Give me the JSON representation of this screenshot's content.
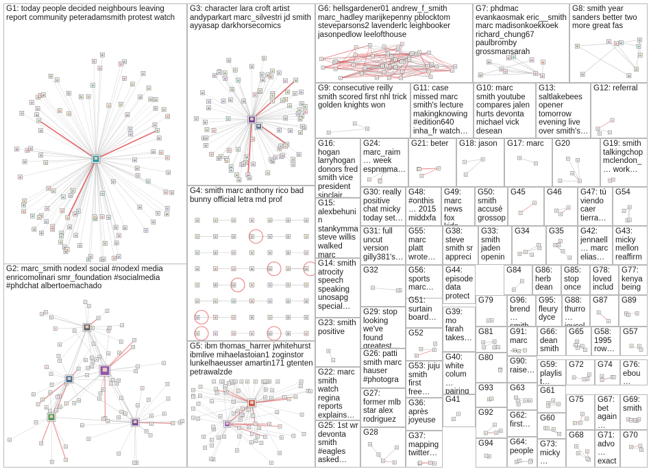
{
  "groups": [
    {
      "id": "G1",
      "title": "G1: today people decided neighbours leaving report community peteradamsmith protest watch",
      "style": "star-big"
    },
    {
      "id": "G2",
      "title": "G2: marc_smith nodexl social #nodexl media enricomolinari smr_foundation #socialmedia #phdchat albertoemachado",
      "style": "cluster"
    },
    {
      "id": "G3",
      "title": "G3: character lara croft artist andyparkart marc_silvestri jd smith ayyasap darkhorsecomics",
      "style": "star-big"
    },
    {
      "id": "G4",
      "title": "G4: smith marc anthony rico bad bunny official letra md prof",
      "style": "pairs"
    },
    {
      "id": "G5",
      "title": "G5: ibm thomas_harrer jwhitehurst ibmlive mihaelastoian1 zoginstor lunkelhaeusser amartin171 gtenten petrawalzde",
      "style": "star-dual"
    },
    {
      "id": "G6",
      "title": "G6: hellsgardener01 andrew_f_smith marc_hadley marijkepenny pblocktom steveparsons2 lavenderlc leighbooker jasonpedlow leelofthouse",
      "style": "dense"
    },
    {
      "id": "G7",
      "title": "G7: phdmac evankaosmak eric__smith marc madisonkoekkoek richard_chung67 paulbromby grossmansarah",
      "style": "sparse"
    },
    {
      "id": "G8",
      "title": "G8: smith year sanders better two more great fas",
      "style": "sparse"
    },
    {
      "id": "G9",
      "title": "G9: consecutive reilly smith scored first nhl trick golden knights won",
      "style": "small"
    },
    {
      "id": "G10",
      "title": "G10: marc smith youtube compares jalen hurts devonta michael vick desean",
      "style": "small"
    },
    {
      "id": "G11",
      "title": "G11: case missed marc smith's lecture makingknowing #edition640 inha_fr watch…",
      "style": "small"
    },
    {
      "id": "G12",
      "title": "G12: referral",
      "style": "small"
    },
    {
      "id": "G13",
      "title": "G13: saltlakebees opener tomorrow evening live over smith's…",
      "style": "small"
    },
    {
      "id": "G14",
      "title": "G14: smith atrocity speech speaking unosapg special…",
      "style": "small"
    },
    {
      "id": "G15",
      "title": "G15: alexbehunin stankymma steve willis walked marc smith…",
      "style": "small"
    },
    {
      "id": "G16",
      "title": "G16: hogan larryhogan donors fred smith vice president sinclair…",
      "style": "small"
    },
    {
      "id": "G17",
      "title": "G17: marc",
      "style": "small"
    },
    {
      "id": "G18",
      "title": "G18: jason",
      "style": "small"
    },
    {
      "id": "G19",
      "title": "G19: smith talkingchop mclendon_… work…",
      "style": "small"
    },
    {
      "id": "G20",
      "title": "G20",
      "style": "small"
    },
    {
      "id": "G21",
      "title": "G21: beter",
      "style": "small"
    },
    {
      "id": "G22",
      "title": "G22: marc smith watch regina reports explains…",
      "style": "small"
    },
    {
      "id": "G23",
      "title": "G23: smith positive",
      "style": "small"
    },
    {
      "id": "G24",
      "title": "G24: marc_raim… week espnmma…",
      "style": "small"
    },
    {
      "id": "G25",
      "title": "G25: 1st wr devonta smith #eagles asked…",
      "style": "small"
    },
    {
      "id": "G26",
      "title": "G26: patti smith marc hauser #photogra…",
      "style": "small"
    },
    {
      "id": "G27",
      "title": "G27: former mlb star alex rodriguez…",
      "style": "small"
    },
    {
      "id": "G28",
      "title": "G28",
      "style": "small"
    },
    {
      "id": "G29",
      "title": "G29: stop looking we've found greatest…",
      "style": "small"
    },
    {
      "id": "G30",
      "title": "G30: really positive chat micky today set…",
      "style": "small"
    },
    {
      "id": "G31",
      "title": "G31: full uncut version gilly381's…",
      "style": "small"
    },
    {
      "id": "G32",
      "title": "G32",
      "style": "small"
    },
    {
      "id": "G33",
      "title": "G33: smith jaden openin…",
      "style": "small"
    },
    {
      "id": "G34",
      "title": "G34",
      "style": "small"
    },
    {
      "id": "G35",
      "title": "G35",
      "style": "small"
    },
    {
      "id": "G36",
      "title": "G36: après joyeuse…",
      "style": "small"
    },
    {
      "id": "G37",
      "title": "G37: mapping twitter…",
      "style": "small"
    },
    {
      "id": "G38",
      "title": "G38: steve smith sr appreci…",
      "style": "small"
    },
    {
      "id": "G39",
      "title": "G39: mo farah takes…",
      "style": "small"
    },
    {
      "id": "G40",
      "title": "G40: white colum… pairing…",
      "style": "small"
    },
    {
      "id": "G41",
      "title": "G41",
      "style": "small"
    },
    {
      "id": "G42",
      "title": "G42: jennaell… marc elias…",
      "style": "small"
    },
    {
      "id": "G43",
      "title": "G43: micky mellon reaffirm…",
      "style": "small"
    },
    {
      "id": "G44",
      "title": "G44: episode data protect…",
      "style": "small"
    },
    {
      "id": "G45",
      "title": "G45",
      "style": "small"
    },
    {
      "id": "G46",
      "title": "G46",
      "style": "small"
    },
    {
      "id": "G47",
      "title": "G47: tú viendo caer tierra…",
      "style": "small"
    },
    {
      "id": "G48",
      "title": "G48: #onthis… 2015 middxfa…",
      "style": "small"
    },
    {
      "id": "G49",
      "title": "G49: marc news fox kids…",
      "style": "small"
    },
    {
      "id": "G50",
      "title": "G50: smith accusé grossop…",
      "style": "small"
    },
    {
      "id": "G51",
      "title": "G51: surtain board…",
      "style": "small"
    },
    {
      "id": "G52",
      "title": "G52",
      "style": "small"
    },
    {
      "id": "G53",
      "title": "G53: juju smith first free…",
      "style": "small"
    },
    {
      "id": "G54",
      "title": "G54",
      "style": "small"
    },
    {
      "id": "G55",
      "title": "G55: marc platt wrote…",
      "style": "small"
    },
    {
      "id": "G56",
      "title": "G56: sports marc…",
      "style": "small"
    },
    {
      "id": "G57",
      "title": "G57",
      "style": "small"
    },
    {
      "id": "G58",
      "title": "G58: 1995 row…",
      "style": "small"
    },
    {
      "id": "G59",
      "title": "G59: playlist…",
      "style": "small"
    },
    {
      "id": "G60",
      "title": "G60",
      "style": "small"
    },
    {
      "id": "G61",
      "title": "G61",
      "style": "small"
    },
    {
      "id": "G62",
      "title": "G62: first…",
      "style": "small"
    },
    {
      "id": "G63",
      "title": "G63",
      "style": "small"
    },
    {
      "id": "G64",
      "title": "G64: people",
      "style": "small"
    },
    {
      "id": "G65",
      "title": "G65",
      "style": "small"
    },
    {
      "id": "G66",
      "title": "G66: dean smith…",
      "style": "small"
    },
    {
      "id": "G67",
      "title": "G67: bet again…",
      "style": "small"
    },
    {
      "id": "G68",
      "title": "G68",
      "style": "small"
    },
    {
      "id": "G69",
      "title": "G69: smith",
      "style": "small"
    },
    {
      "id": "G70",
      "title": "G70",
      "style": "small"
    },
    {
      "id": "G71",
      "title": "G71: advo… exact…",
      "style": "small"
    },
    {
      "id": "G72",
      "title": "G72",
      "style": "small"
    },
    {
      "id": "G73",
      "title": "G73: micky…",
      "style": "small"
    },
    {
      "id": "G74",
      "title": "G74",
      "style": "small"
    },
    {
      "id": "G75",
      "title": "G75",
      "style": "small"
    },
    {
      "id": "G76",
      "title": "G76: ebou… marc…",
      "style": "small"
    },
    {
      "id": "G77",
      "title": "G77: kenya being…",
      "style": "small"
    },
    {
      "id": "G78",
      "title": "G78: loved includ…",
      "style": "small"
    },
    {
      "id": "G79",
      "title": "G79",
      "style": "small"
    },
    {
      "id": "G80",
      "title": "G80",
      "style": "small"
    },
    {
      "id": "G81",
      "title": "G81",
      "style": "small"
    },
    {
      "id": "G84",
      "title": "G84",
      "style": "small"
    },
    {
      "id": "G85",
      "title": "G85: stop once…",
      "style": "small"
    },
    {
      "id": "G86",
      "title": "G86: herb dean…",
      "style": "small"
    },
    {
      "id": "G87",
      "title": "G87",
      "style": "small"
    },
    {
      "id": "G88",
      "title": "G88: thurro… joycel…",
      "style": "small"
    },
    {
      "id": "G89",
      "title": "G89",
      "style": "small"
    },
    {
      "id": "G90",
      "title": "G90: raise…",
      "style": "small"
    },
    {
      "id": "G91",
      "title": "G91: marc…",
      "style": "small"
    },
    {
      "id": "G92",
      "title": "G92",
      "style": "small"
    },
    {
      "id": "G93",
      "title": "G93",
      "style": "small"
    },
    {
      "id": "G94",
      "title": "G94",
      "style": "small"
    },
    {
      "id": "G95",
      "title": "G95: fleury dyce",
      "style": "small"
    },
    {
      "id": "G96",
      "title": "G96: brend… smith…",
      "style": "small"
    }
  ],
  "colors": {
    "border": "#b8b8b8",
    "edge": "#a9a9a9",
    "edge_highlight": "#e0474c",
    "node_palette": [
      "#1f4e79",
      "#2f7d32",
      "#3a5dae",
      "#7d3c98",
      "#c0392b",
      "#00838f",
      "#8a6d1f",
      "#444444",
      "#5b2c83",
      "#1b5e20"
    ]
  }
}
